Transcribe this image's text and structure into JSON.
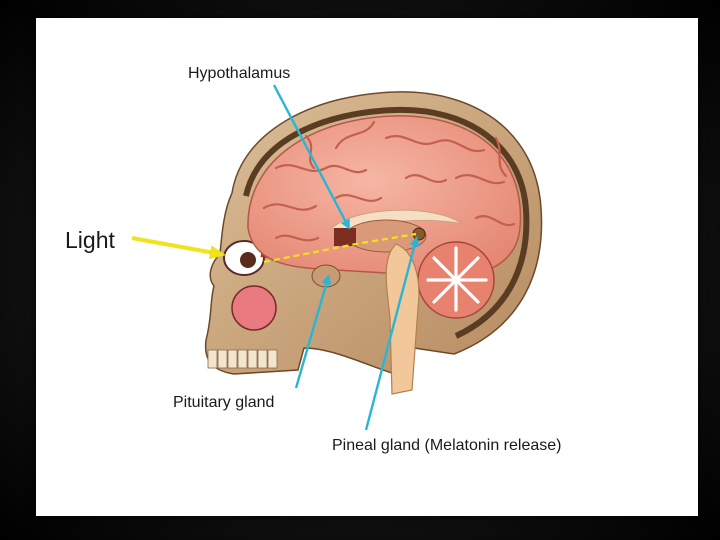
{
  "labels": {
    "hypothalamus": "Hypothalamus",
    "light": "Light",
    "pituitary": "Pituitary gland",
    "pineal": "Pineal gland (Melatonin release)"
  },
  "colors": {
    "pointer_arrow": "#29b6d6",
    "light_arrow": "#f2e21a",
    "brain": "#ef9a86",
    "skull": "#c8a27a"
  }
}
